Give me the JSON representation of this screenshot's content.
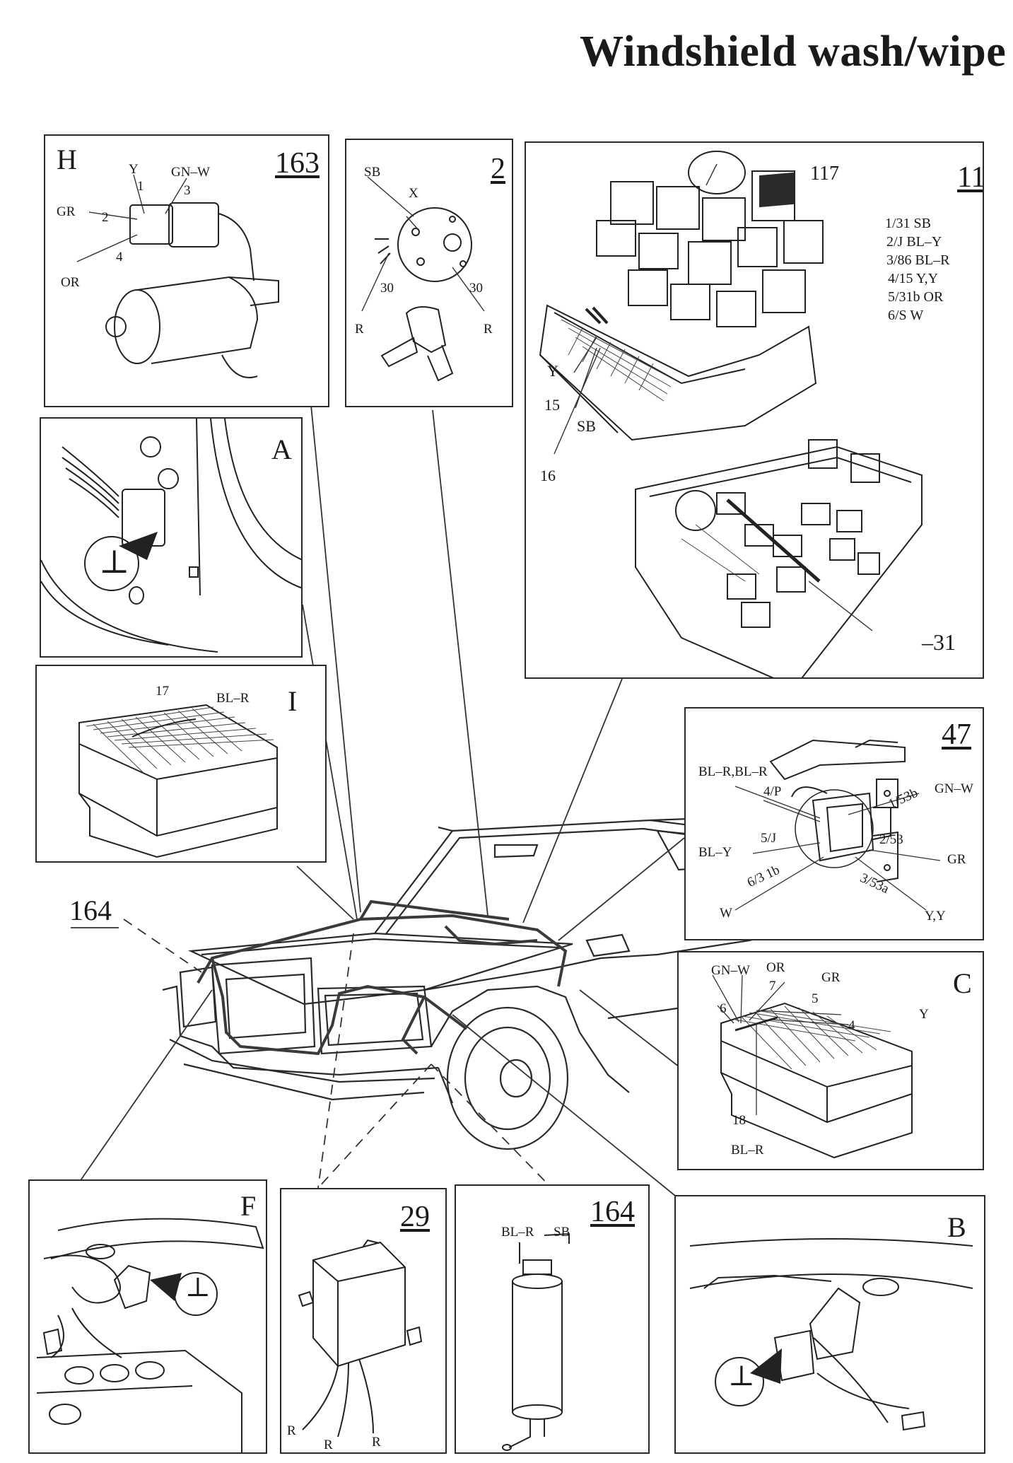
{
  "title": "Windshield wash/wipe",
  "panels": {
    "H": {
      "letter": "H",
      "number": "163",
      "wires": {
        "y": "Y",
        "gnw": "GN–W",
        "gr": "GR",
        "or": "OR",
        "p1": "1",
        "p2": "2",
        "p3": "3",
        "p4": "4"
      }
    },
    "switch2": {
      "number": "2",
      "wires": {
        "sb": "SB",
        "x": "X",
        "n30a": "30",
        "n30b": "30",
        "ra": "R",
        "rb": "R"
      }
    },
    "fuse11": {
      "number": "11",
      "relay": "117",
      "legend": [
        "1/31 SB",
        "2/J BL–Y",
        "3/86 BL–R",
        "4/15 Y,Y",
        "5/31b OR",
        "6/S W"
      ],
      "wires": {
        "y": "Y",
        "n15": "15",
        "sb": "SB",
        "n16": "16",
        "m31": "–31"
      }
    },
    "A": {
      "letter": "A",
      "ground": "⊥"
    },
    "I": {
      "letter": "I",
      "wires": {
        "n17": "17",
        "blr": "BL–R"
      }
    },
    "stalk47": {
      "number": "47",
      "wires": {
        "blrblr": "BL–R,BL–R",
        "p4p": "4/P",
        "p153b": "1/53b",
        "gnw": "GN–W",
        "p5j": "5/J",
        "bly": "BL–Y",
        "p253": "2/53",
        "gr": "GR",
        "p631b": "6/3 1b",
        "w": "W",
        "p353a": "3/53a",
        "yy": "Y,Y"
      }
    },
    "C": {
      "letter": "C",
      "wires": {
        "gnw": "GN–W",
        "or": "OR",
        "gr": "GR",
        "n7": "7",
        "n5": "5",
        "n6": "6",
        "y": "Y",
        "n4": "4",
        "n18": "18",
        "blr": "BL–R"
      }
    },
    "F": {
      "letter": "F",
      "ground": "⊥"
    },
    "relay29": {
      "number": "29",
      "wires": {
        "r1": "R",
        "r2": "R",
        "r3": "R"
      }
    },
    "pump164": {
      "number": "164",
      "wires": {
        "blr": "BL–R",
        "sb": "SB"
      }
    },
    "B": {
      "letter": "B",
      "ground": "⊥"
    }
  },
  "callout_164": "164"
}
